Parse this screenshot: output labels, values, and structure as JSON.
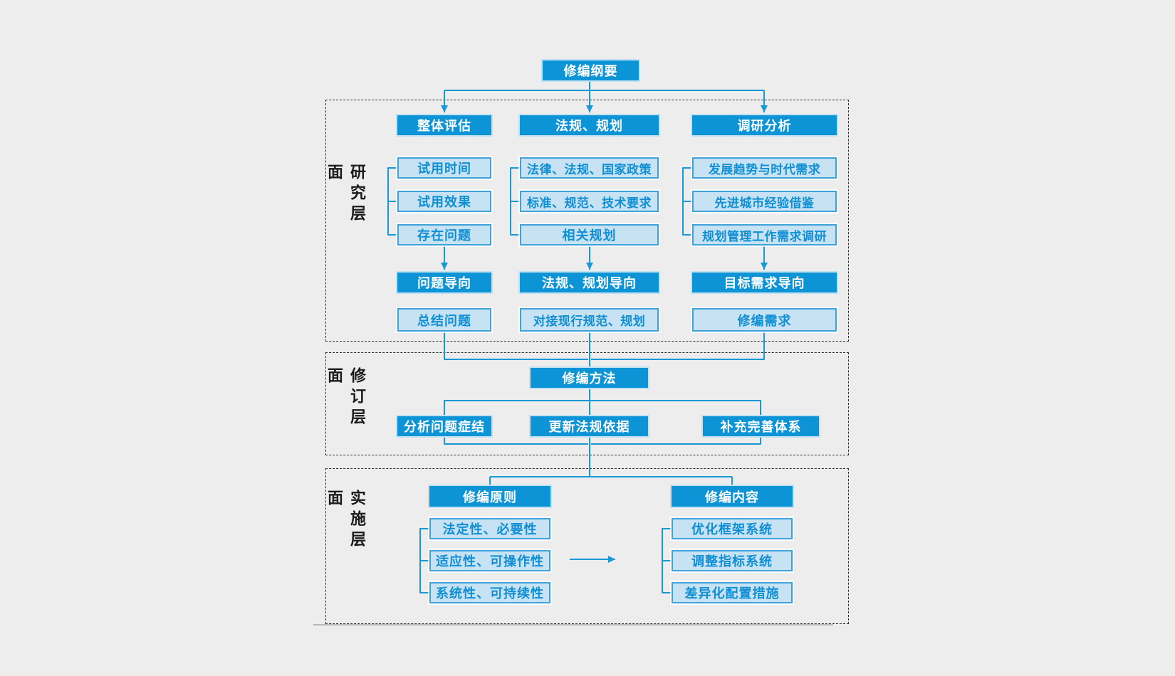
{
  "colors": {
    "background": "#ededed",
    "solid_box_fill": "#0d94d6",
    "light_box_fill": "#c7e2f3",
    "light_box_border": "#3fa3da",
    "light_box_text": "#0f8fd4",
    "connector_line": "#1899d6",
    "frame_dash": "#2f2f2f"
  },
  "root": {
    "label": "修编纲要"
  },
  "research": {
    "label": "研究层面",
    "columns": [
      {
        "header": "整体评估",
        "items": [
          "试用时间",
          "试用效果",
          "存在问题"
        ],
        "directive": "问题导向",
        "output": "总结问题"
      },
      {
        "header": "法规、规划",
        "items": [
          "法律、法规、国家政策",
          "标准、规范、技术要求",
          "相关规划"
        ],
        "directive": "法规、规划导向",
        "output": "对接现行规范、规划"
      },
      {
        "header": "调研分析",
        "items": [
          "发展趋势与时代需求",
          "先进城市经验借鉴",
          "规划管理工作需求调研"
        ],
        "directive": "目标需求导向",
        "output": "修编需求"
      }
    ]
  },
  "revision": {
    "label": "修订层面",
    "hub": "修编方法",
    "methods": [
      "分析问题症结",
      "更新法规依据",
      "补充完善体系"
    ]
  },
  "implementation": {
    "label": "实施层面",
    "groups": [
      {
        "header": "修编原则",
        "items": [
          "法定性、必要性",
          "适应性、可操作性",
          "系统性、可持续性"
        ]
      },
      {
        "header": "修编内容",
        "items": [
          "优化框架系统",
          "调整指标系统",
          "差异化配置措施"
        ]
      }
    ]
  }
}
